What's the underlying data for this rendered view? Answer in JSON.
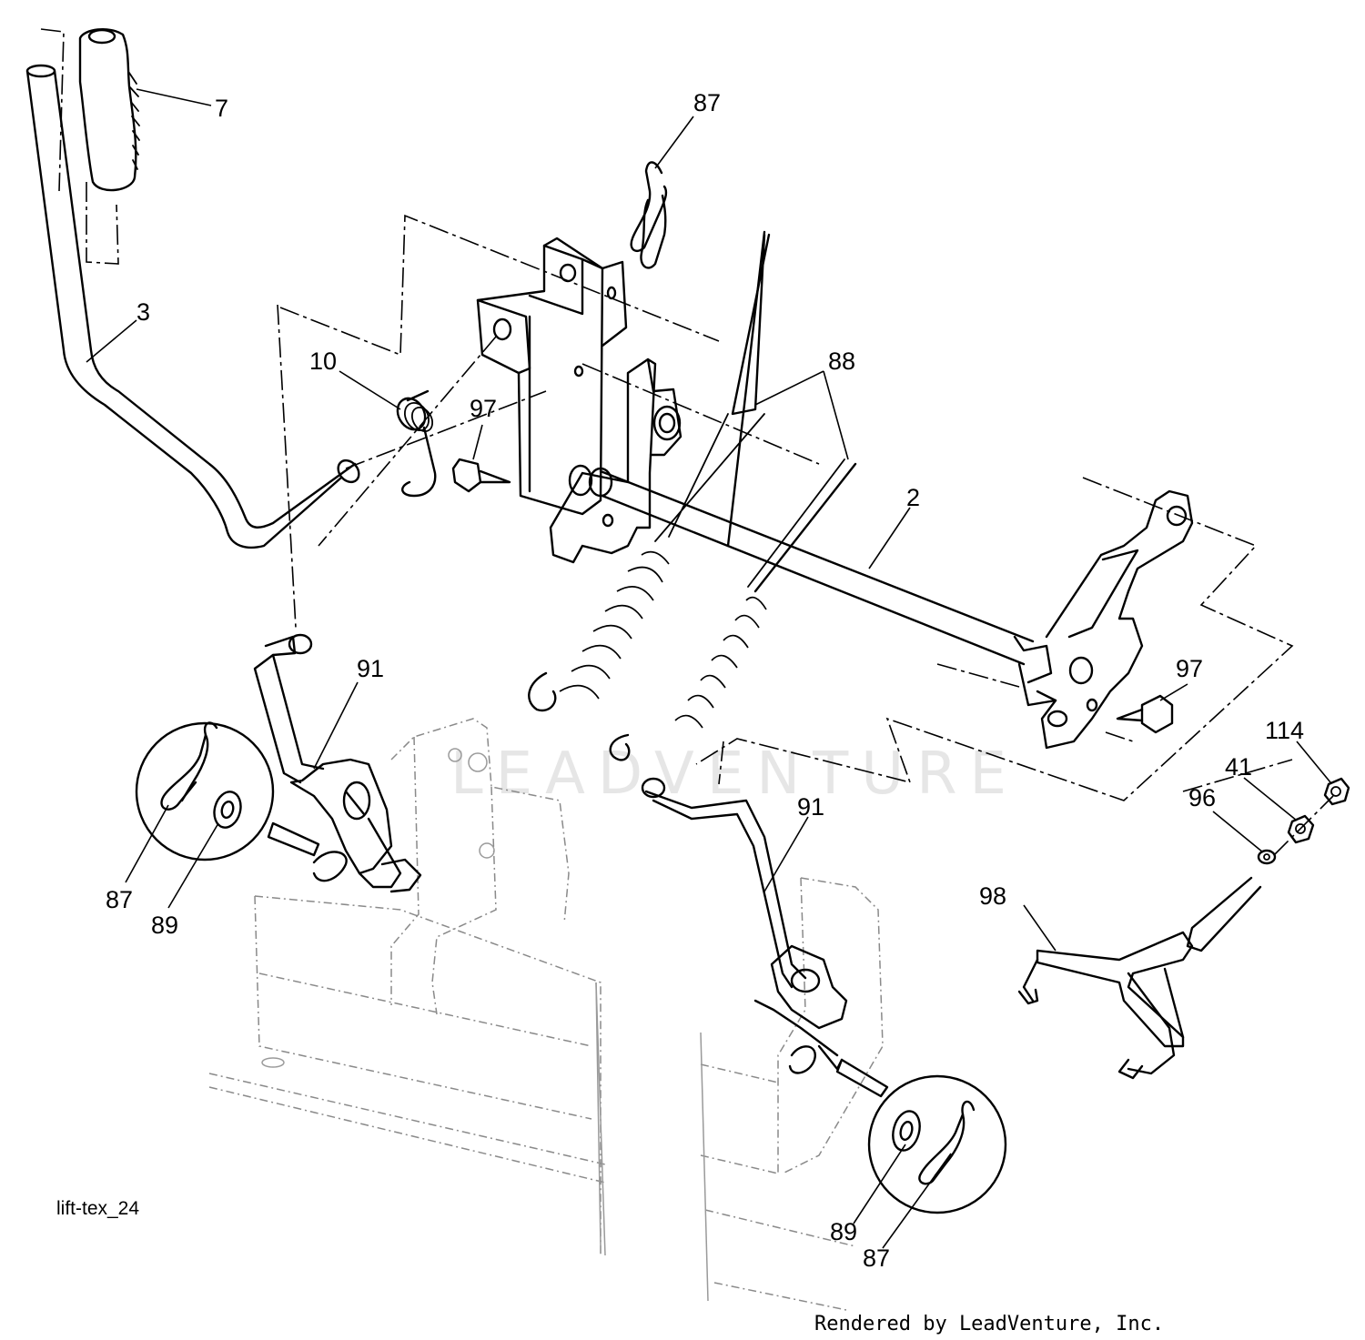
{
  "diagram": {
    "figure_id": "lift-tex_24",
    "footer": "Rendered by LeadVenture, Inc.",
    "watermark": "LEADVENTURE",
    "callouts": {
      "handle_grip": "7",
      "lift_handle": "3",
      "hair_pin_top": "87",
      "spring_10": "10",
      "bolt_left": "97",
      "springs_88": "88",
      "lift_shaft": "2",
      "link_left": "91",
      "bolt_right": "97",
      "nut_114": "114",
      "nut_41": "41",
      "washer_96": "96",
      "pin_87_left": "87",
      "washer_89_left": "89",
      "link_right": "91",
      "bracket_98": "98",
      "washer_89_right": "89",
      "pin_87_right": "87"
    }
  }
}
